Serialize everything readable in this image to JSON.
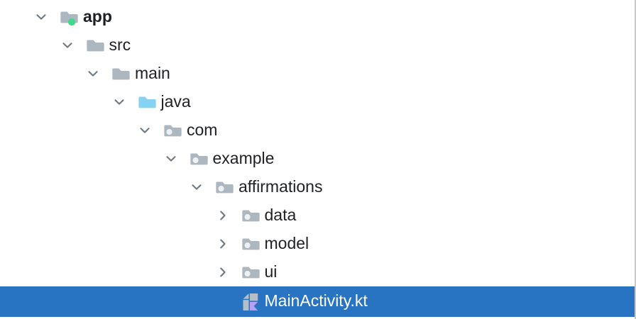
{
  "panel": {
    "type": "project-tree"
  },
  "colors": {
    "selection_blue": "#2874c2",
    "folder_gray": "#adb7bf",
    "source_folder_blue": "#85d2f2",
    "package_dot": "#eef1f3",
    "android_green": "#3ed98a",
    "kotlin_gray": "#b4bfc8",
    "kotlin_purple": "#bb9ff5",
    "chevron_gray": "#707980",
    "text_color": "#1f2023",
    "selected_text": "#ffffff",
    "border_right": "#c8cacc",
    "background": "#ffffff"
  },
  "tree": {
    "rows": [
      {
        "label": "app",
        "level": 0,
        "icon": "android-module-folder",
        "state": "expanded",
        "bold": true,
        "selected": false
      },
      {
        "label": "src",
        "level": 1,
        "icon": "folder",
        "state": "expanded",
        "bold": false,
        "selected": false
      },
      {
        "label": "main",
        "level": 2,
        "icon": "folder",
        "state": "expanded",
        "bold": false,
        "selected": false
      },
      {
        "label": "java",
        "level": 3,
        "icon": "source-folder",
        "state": "expanded",
        "bold": false,
        "selected": false
      },
      {
        "label": "com",
        "level": 4,
        "icon": "package",
        "state": "expanded",
        "bold": false,
        "selected": false
      },
      {
        "label": "example",
        "level": 5,
        "icon": "package",
        "state": "expanded",
        "bold": false,
        "selected": false
      },
      {
        "label": "affirmations",
        "level": 6,
        "icon": "package",
        "state": "expanded",
        "bold": false,
        "selected": false
      },
      {
        "label": "data",
        "level": 7,
        "icon": "package",
        "state": "collapsed",
        "bold": false,
        "selected": false
      },
      {
        "label": "model",
        "level": 7,
        "icon": "package",
        "state": "collapsed",
        "bold": false,
        "selected": false
      },
      {
        "label": "ui",
        "level": 7,
        "icon": "package",
        "state": "collapsed",
        "bold": false,
        "selected": false
      },
      {
        "label": "MainActivity.kt",
        "level": 7,
        "icon": "kotlin-file",
        "state": "none",
        "bold": false,
        "selected": true
      }
    ]
  }
}
